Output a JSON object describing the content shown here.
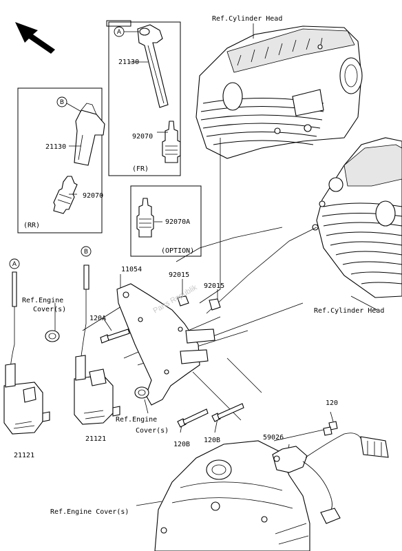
{
  "title": "",
  "labels": {
    "ref_cylinder_head_top": "Ref.Cylinder Head",
    "ref_cylinder_head_right": "Ref.Cylinder Head",
    "ref_engine_cover_left": "Ref.Engine Cover(s)",
    "ref_engine_cover_mid": "Ref.Engine Cover(s)",
    "ref_engine_cover_bottom": "Ref.Engine Cover(s)",
    "box_fr": "(FR)",
    "box_rr": "(RR)",
    "box_option": "(OPTION)",
    "callout_a": "A",
    "callout_b": "B",
    "watermark": "Parts Republik"
  },
  "parts": {
    "cap_fr": "21130",
    "plug_fr": "92070",
    "cap_rr": "21130",
    "plug_rr": "92070",
    "plug_option": "92070A",
    "bracket": "11054",
    "nut_left": "92015",
    "nut_right": "92015",
    "bolt_120a": "120A",
    "coil_left": "21121",
    "coil_right": "21121",
    "bolt_120b_left": "120B",
    "bolt_120b_right": "120B",
    "bolt_120": "120",
    "sensor": "59026"
  },
  "colors": {
    "line": "#000000",
    "background": "#ffffff",
    "watermark": "#c8c8c8"
  }
}
